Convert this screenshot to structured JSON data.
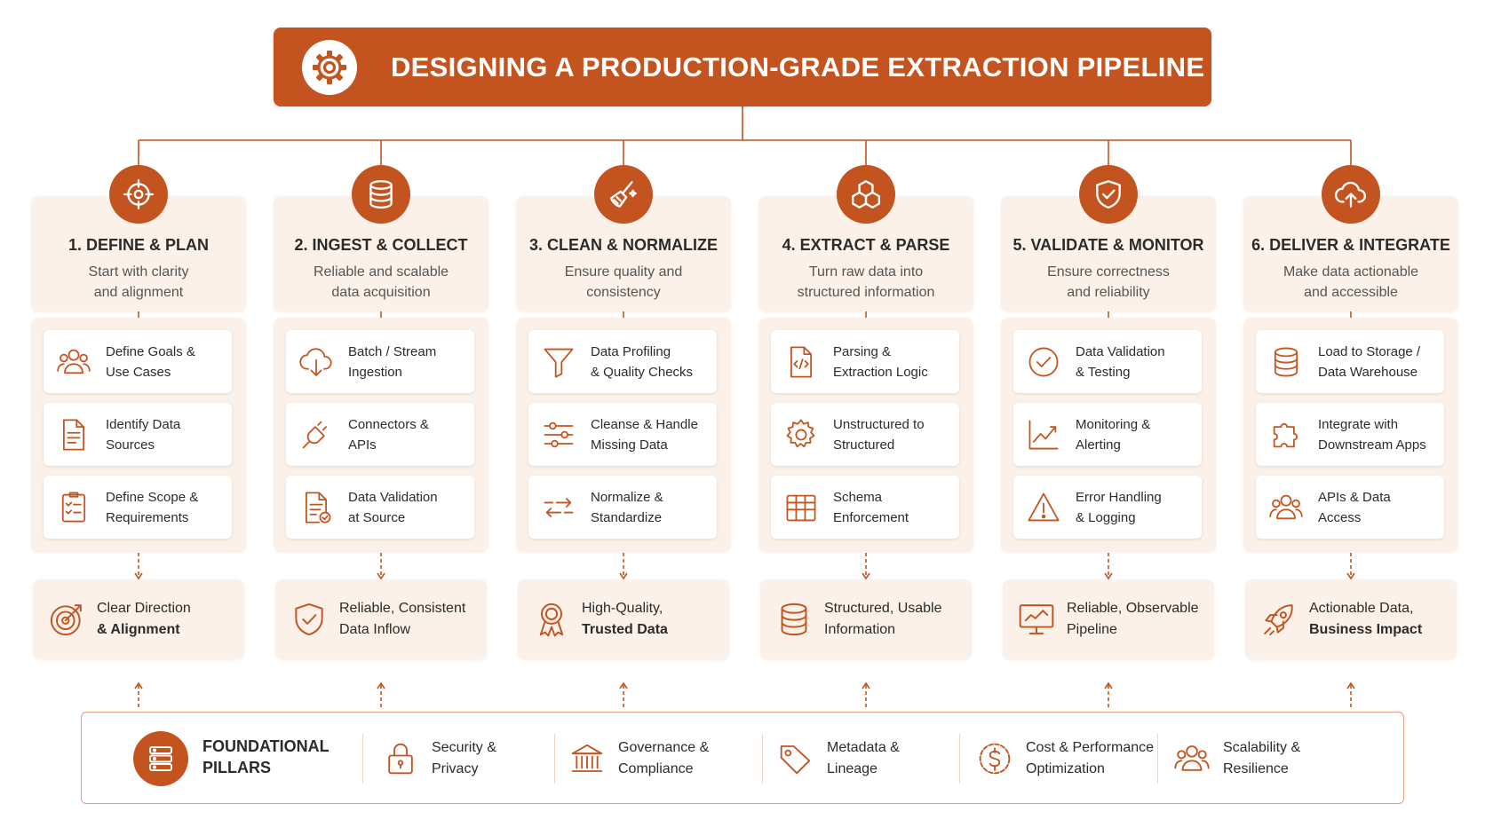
{
  "title": "DESIGNING A PRODUCTION-GRADE EXTRACTION PIPELINE",
  "colors": {
    "accent": "#c4541f",
    "panel": "#fbf1e8",
    "border": "#e3a07c"
  },
  "stages": [
    {
      "title": "1. DEFINE & PLAN",
      "subtitle": [
        "Start with clarity",
        "and alignment"
      ],
      "icon": "target-icon",
      "tasks": [
        {
          "lines": [
            "Define Goals &",
            "Use Cases"
          ],
          "icon": "users-icon"
        },
        {
          "lines": [
            "Identify Data",
            "Sources"
          ],
          "icon": "document-icon"
        },
        {
          "lines": [
            "Define Scope &",
            "Requirements"
          ],
          "icon": "checklist-icon"
        }
      ],
      "outcome": {
        "line1": "Clear Direction",
        "line2": "& Alignment",
        "bold_line": 2,
        "icon": "target-arrow-icon"
      }
    },
    {
      "title": "2. INGEST & COLLECT",
      "subtitle": [
        "Reliable and scalable",
        "data acquisition"
      ],
      "icon": "database-icon",
      "tasks": [
        {
          "lines": [
            "Batch / Stream",
            "Ingestion"
          ],
          "icon": "cloud-download-icon"
        },
        {
          "lines": [
            "Connectors &",
            "APIs"
          ],
          "icon": "plug-icon"
        },
        {
          "lines": [
            "Data Validation",
            "at Source"
          ],
          "icon": "document-check-icon"
        }
      ],
      "outcome": {
        "line1": "Reliable, Consistent",
        "line2": "Data Inflow",
        "bold_line": 0,
        "icon": "shield-check-icon"
      }
    },
    {
      "title": "3. CLEAN & NORMALIZE",
      "subtitle": [
        "Ensure quality and",
        "consistency"
      ],
      "icon": "broom-icon",
      "tasks": [
        {
          "lines": [
            "Data Profiling",
            "& Quality Checks"
          ],
          "icon": "funnel-icon"
        },
        {
          "lines": [
            "Cleanse & Handle",
            "Missing Data"
          ],
          "icon": "sliders-icon"
        },
        {
          "lines": [
            "Normalize &",
            "Standardize"
          ],
          "icon": "arrows-icon"
        }
      ],
      "outcome": {
        "line1": "High-Quality,",
        "line2": "Trusted Data",
        "bold_line": 2,
        "icon": "award-icon"
      }
    },
    {
      "title": "4. EXTRACT & PARSE",
      "subtitle": [
        "Turn raw data into",
        "structured information"
      ],
      "icon": "cubes-icon",
      "tasks": [
        {
          "lines": [
            "Parsing &",
            "Extraction Logic"
          ],
          "icon": "code-file-icon"
        },
        {
          "lines": [
            "Unstructured to",
            "Structured"
          ],
          "icon": "gear-icon"
        },
        {
          "lines": [
            "Schema",
            "Enforcement"
          ],
          "icon": "table-icon"
        }
      ],
      "outcome": {
        "line1": "Structured, Usable",
        "line2": "Information",
        "bold_line": 0,
        "icon": "database-icon"
      }
    },
    {
      "title": "5. VALIDATE & MONITOR",
      "subtitle": [
        "Ensure correctness",
        "and reliability"
      ],
      "icon": "shield-check-icon",
      "tasks": [
        {
          "lines": [
            "Data Validation",
            "& Testing"
          ],
          "icon": "check-circle-icon"
        },
        {
          "lines": [
            "Monitoring &",
            "Alerting"
          ],
          "icon": "line-chart-icon"
        },
        {
          "lines": [
            "Error Handling",
            "& Logging"
          ],
          "icon": "warning-icon"
        }
      ],
      "outcome": {
        "line1": "Reliable, Observable",
        "line2": "Pipeline",
        "bold_line": 0,
        "icon": "monitor-chart-icon"
      }
    },
    {
      "title": "6. DELIVER & INTEGRATE",
      "subtitle": [
        "Make data actionable",
        "and accessible"
      ],
      "icon": "cloud-upload-icon",
      "tasks": [
        {
          "lines": [
            "Load to Storage /",
            "Data Warehouse"
          ],
          "icon": "database-icon"
        },
        {
          "lines": [
            "Integrate with",
            "Downstream Apps"
          ],
          "icon": "puzzle-icon"
        },
        {
          "lines": [
            "APIs & Data",
            "Access"
          ],
          "icon": "users-icon"
        }
      ],
      "outcome": {
        "line1": "Actionable Data,",
        "line2": "Business Impact",
        "bold_line": 2,
        "icon": "rocket-icon"
      }
    }
  ],
  "pillars": {
    "title": "FOUNDATIONAL\nPILLARS",
    "icon": "server-icon",
    "items": [
      {
        "label": "Security &\nPrivacy",
        "icon": "lock-icon"
      },
      {
        "label": "Governance &\nCompliance",
        "icon": "bank-icon"
      },
      {
        "label": "Metadata &\nLineage",
        "icon": "tag-icon"
      },
      {
        "label": "Cost & Performance\nOptimization",
        "icon": "dollar-circle-icon"
      },
      {
        "label": "Scalability &\nResilience",
        "icon": "users-icon"
      }
    ]
  }
}
